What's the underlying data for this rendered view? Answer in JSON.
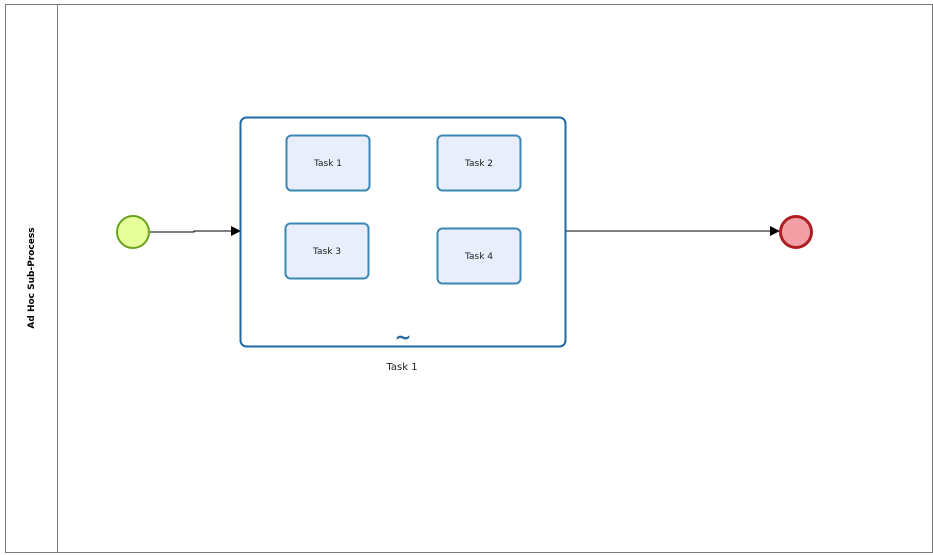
{
  "pool": {
    "lane_title": "Ad Hoc Sub-Process"
  },
  "events": {
    "start": {
      "type": "start",
      "fill": "#e6ff99",
      "stroke": "#6aa121"
    },
    "end": {
      "type": "end",
      "fill": "#f2a0a6",
      "stroke": "#b01e23"
    }
  },
  "subprocess": {
    "label": "Task 1",
    "marker": "~",
    "stroke": "#1f6aa5",
    "tasks": [
      {
        "label": "Task 1"
      },
      {
        "label": "Task 2"
      },
      {
        "label": "Task 3"
      },
      {
        "label": "Task 4"
      }
    ]
  },
  "colors": {
    "task_fill": "#e8eefc",
    "task_stroke": "#3b87b5",
    "flow": "#000000",
    "border": "#7a7a7a"
  }
}
